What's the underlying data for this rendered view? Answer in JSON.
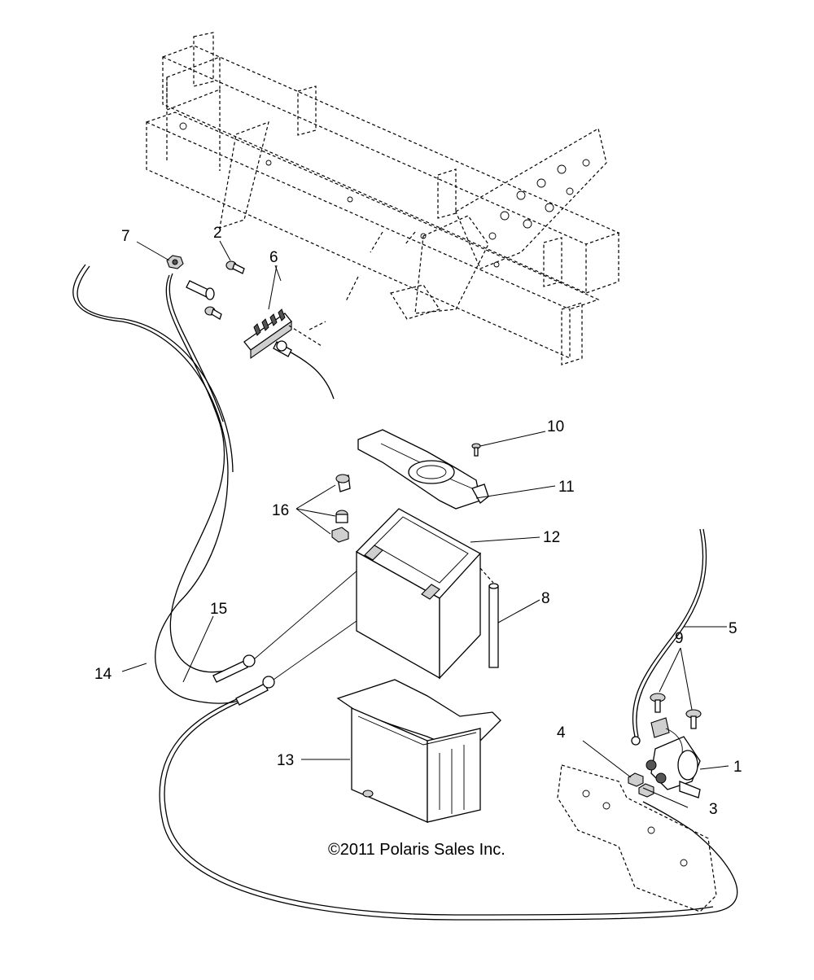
{
  "copyright": "©2011 Polaris Sales Inc.",
  "callouts": {
    "c1": "1",
    "c2": "2",
    "c3": "3",
    "c4": "4",
    "c5": "5",
    "c6": "6",
    "c7": "7",
    "c8": "8",
    "c9": "9",
    "c10": "10",
    "c11": "11",
    "c12": "12",
    "c13": "13",
    "c14": "14",
    "c15": "15",
    "c16": "16"
  }
}
